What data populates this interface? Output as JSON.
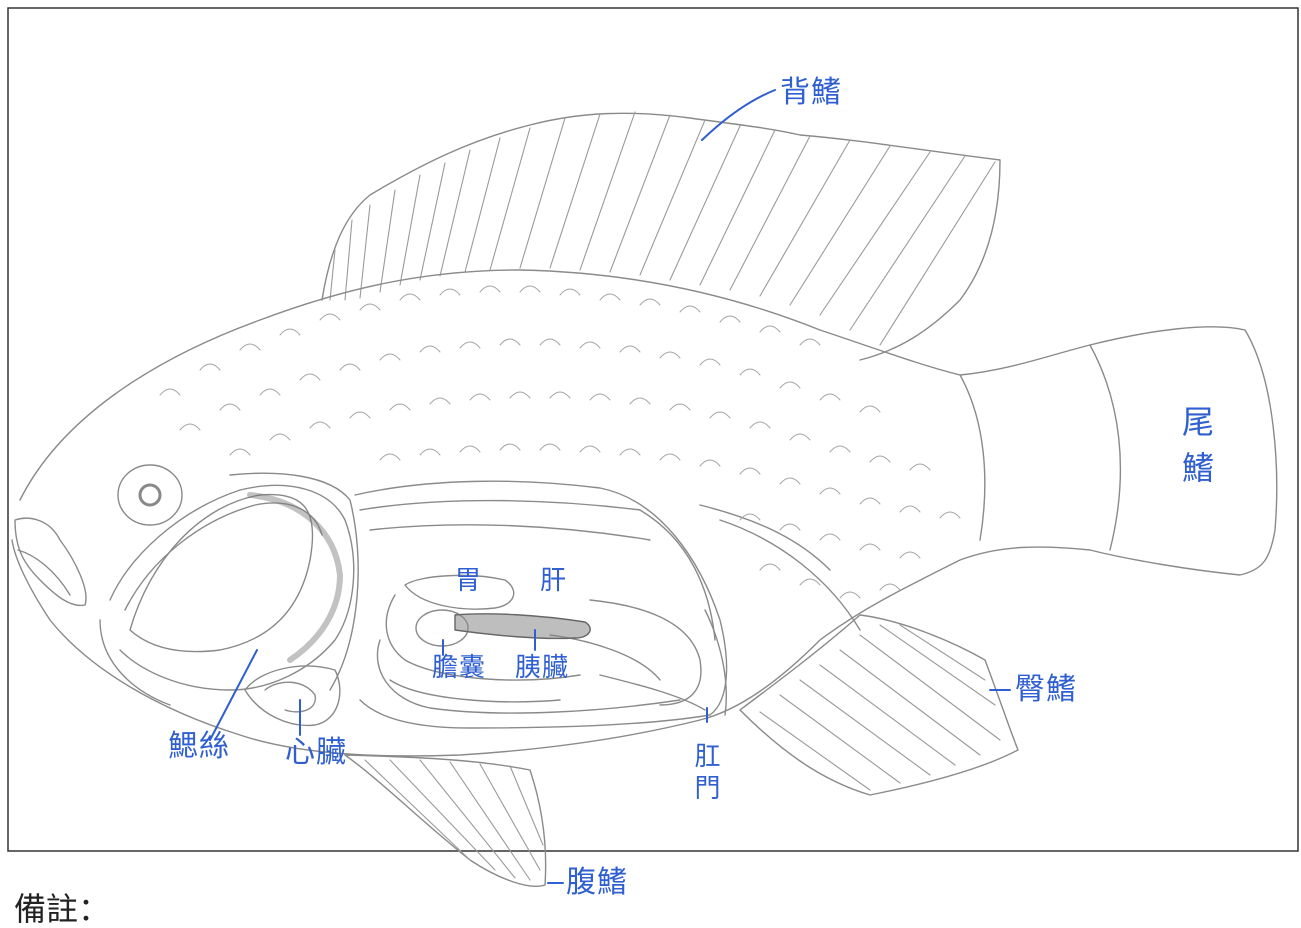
{
  "labels": {
    "dorsal_fin": "背鰭",
    "caudal_fin": "尾鰭",
    "anal_fin": "臀鰭",
    "pelvic_fin": "腹鰭",
    "anus": "肛門",
    "gills": "鰓絲",
    "heart": "心臟",
    "stomach": "胃",
    "liver": "肝",
    "gallbladder": "膽囊",
    "pancreas": "胰臟"
  },
  "note": "備註："
}
